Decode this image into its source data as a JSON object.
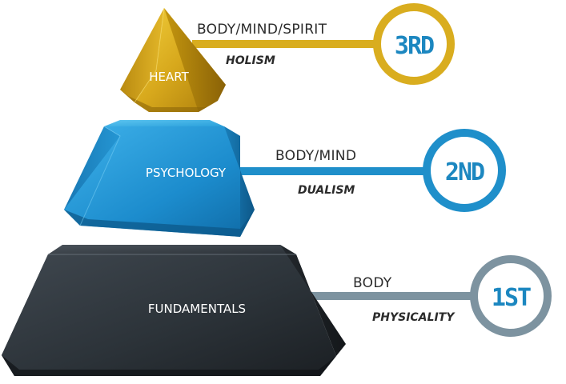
{
  "tiers": {
    "top": {
      "label": "HEART",
      "title": "BODY/MIND/SPIRIT",
      "subtitle": "HOLISM",
      "badge": "3RD",
      "color": "#d9ad1f"
    },
    "middle": {
      "label": "PSYCHOLOGY",
      "title": "BODY/MIND",
      "subtitle": "DUALISM",
      "badge": "2ND",
      "color": "#1f8fca"
    },
    "bottom": {
      "label": "FUNDAMENTALS",
      "title": "BODY",
      "subtitle": "PHYSICALITY",
      "badge": "1ST",
      "color": "#7d93a0"
    }
  }
}
